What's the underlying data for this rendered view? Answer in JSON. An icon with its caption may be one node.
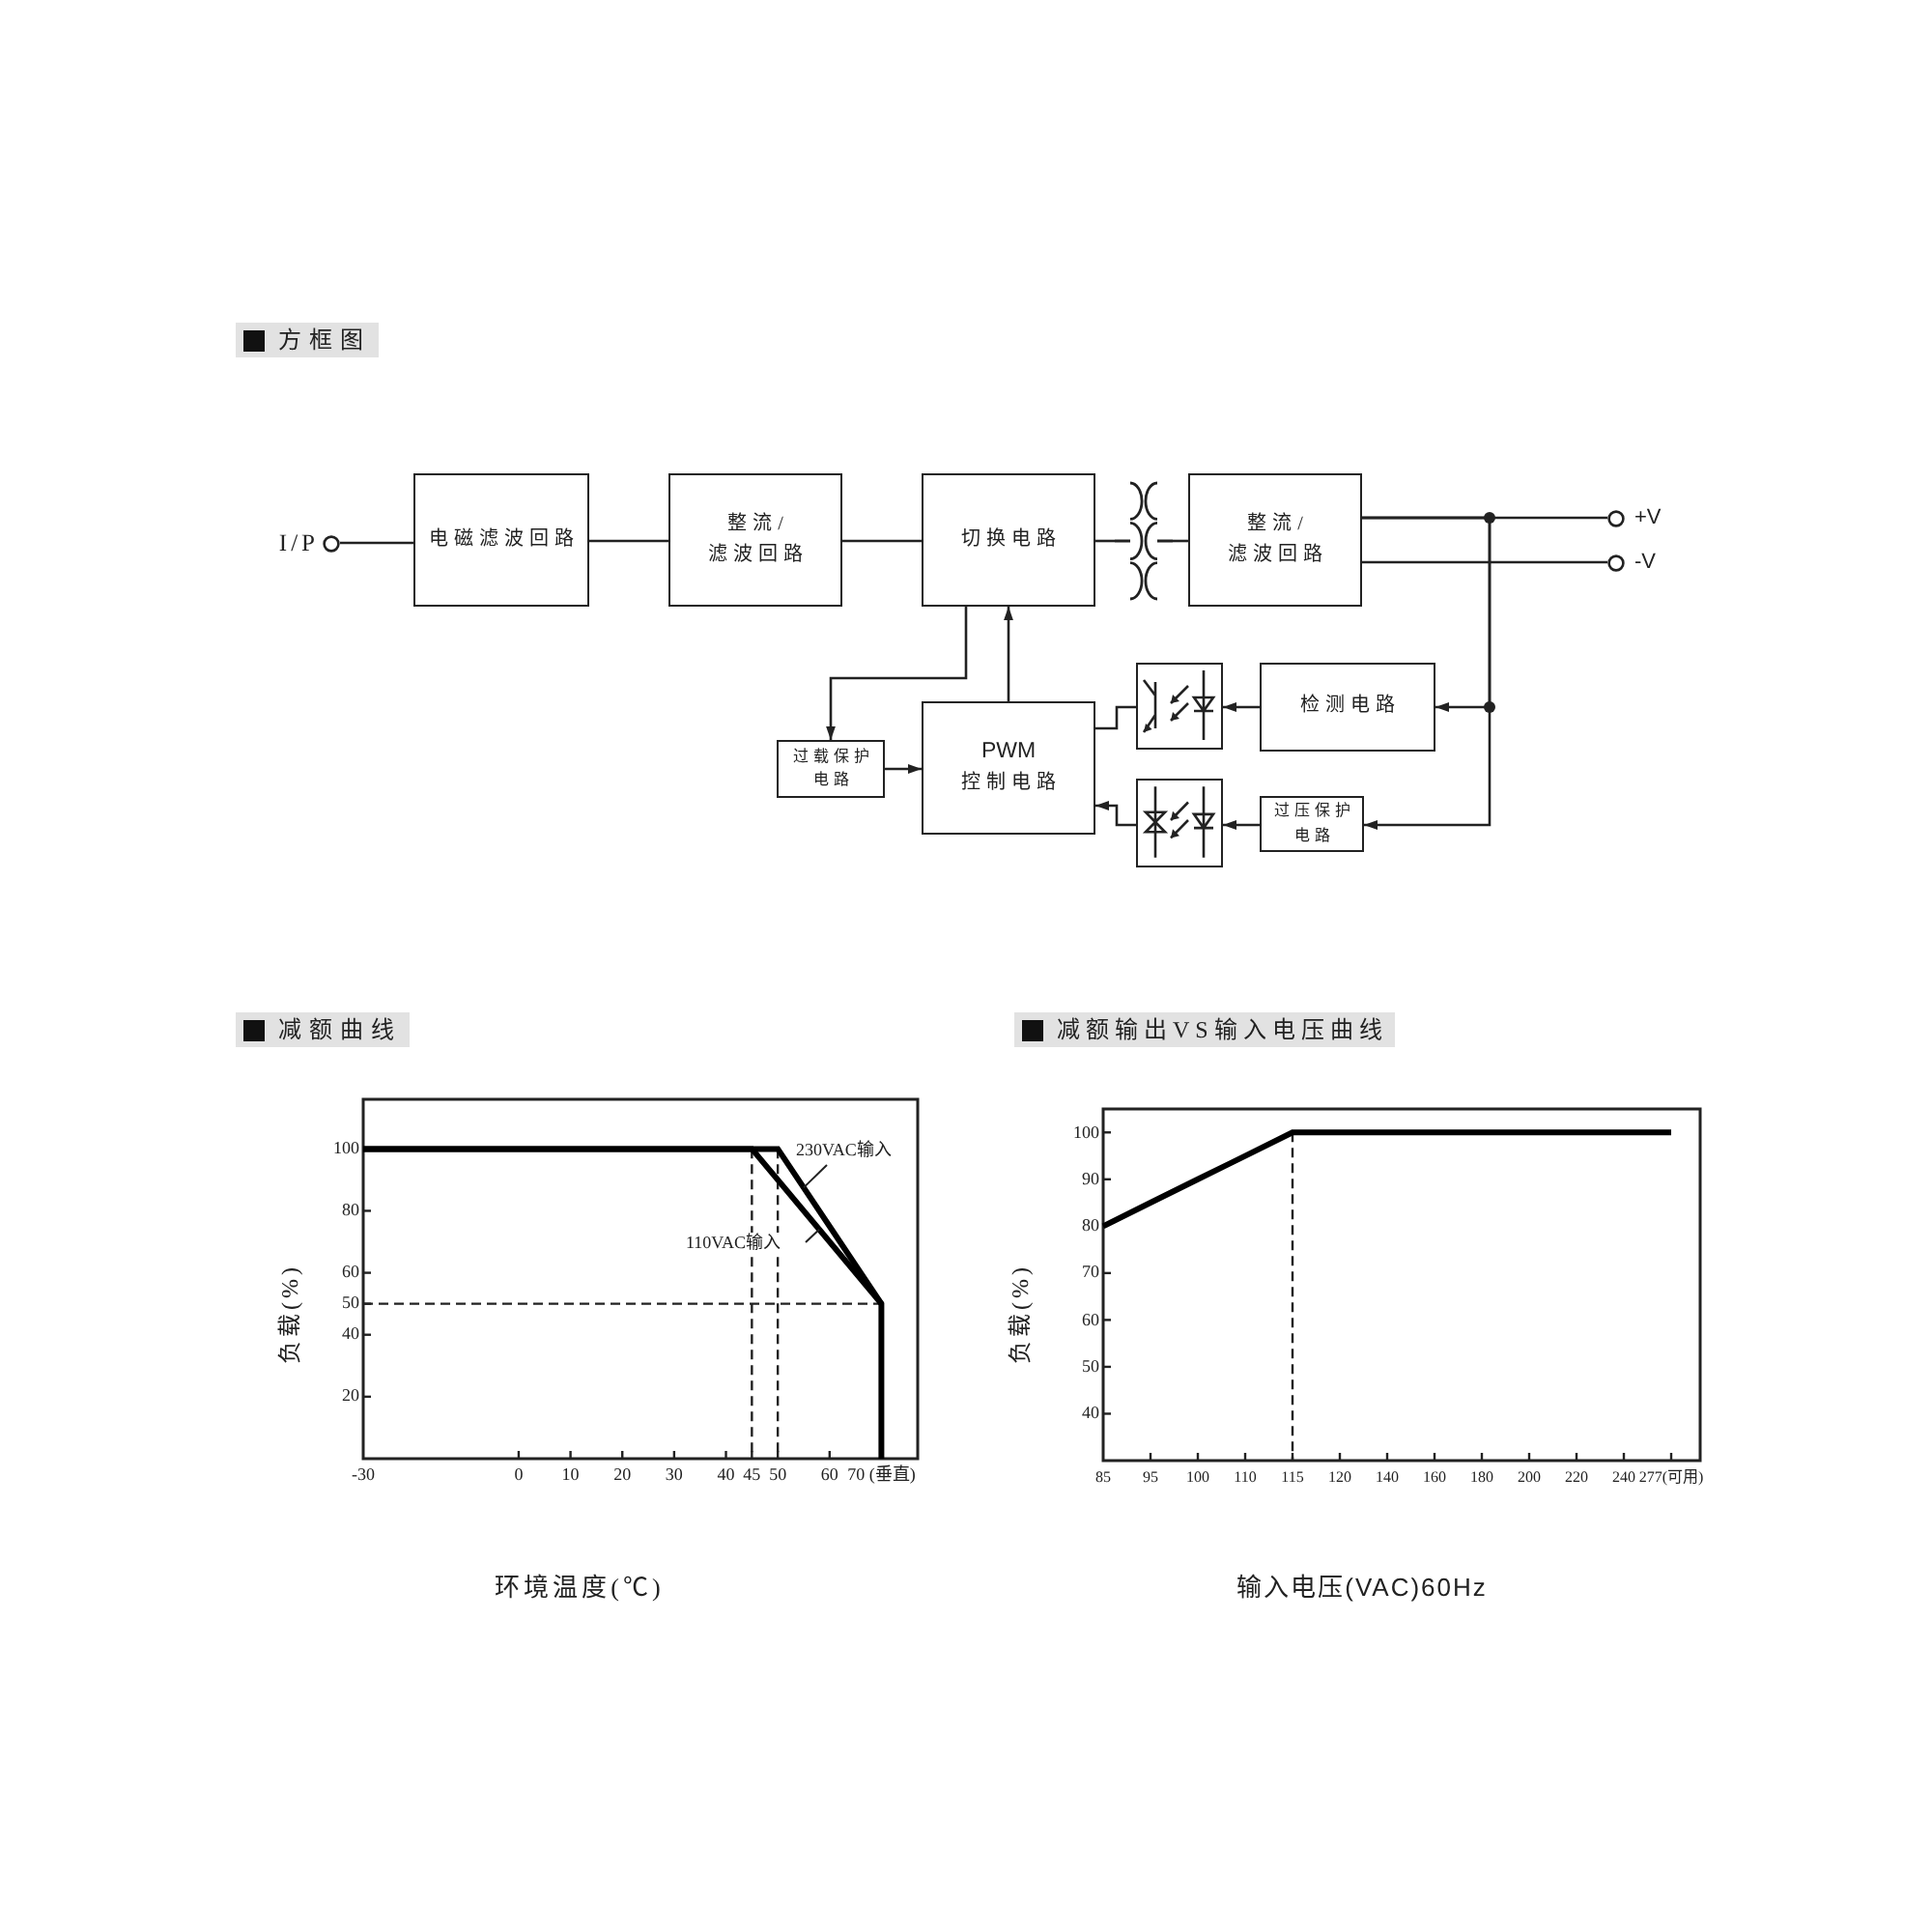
{
  "diagram": {
    "title": "方框图",
    "nodes": [
      {
        "text": [
          "I/P"
        ]
      },
      {
        "text": [
          "电磁滤波回路"
        ]
      },
      {
        "text": [
          "整流/滤波回路"
        ]
      },
      {
        "text": [
          "切换电路"
        ]
      },
      {
        "text": [],
        "shape": "picture"
      },
      {
        "text": [
          "整流/滤波回路"
        ]
      },
      {
        "text": [
          "+V"
        ]
      },
      {
        "text": [
          "-V"
        ]
      },
      {
        "text": [
          "PWM",
          "控制电路"
        ]
      },
      {
        "text": [
          "过载保护电路"
        ]
      },
      {
        "text": [],
        "shape": "picture"
      },
      {
        "text": [
          "检测电路"
        ]
      },
      {
        "text": [],
        "shape": "picture"
      },
      {
        "text": [
          "过压保护电路"
        ]
      }
    ],
    "edges": [
      {
        "from": 0,
        "to": 1,
        "arrow": "none"
      },
      {
        "from": 1,
        "to": 2,
        "arrow": "none"
      },
      {
        "from": 2,
        "to": 3,
        "arrow": "none"
      },
      {
        "from": 3,
        "to": 4,
        "arrow": "none"
      },
      {
        "from": 4,
        "to": 5,
        "arrow": "none"
      },
      {
        "from": 5,
        "to": 6,
        "arrow": "none"
      },
      {
        "from": 5,
        "to": 7,
        "arrow": "none"
      },
      {
        "from": 5,
        "to": 11,
        "arrow": "to"
      },
      {
        "from": 5,
        "to": 13,
        "arrow": "to"
      },
      {
        "from": 11,
        "to": 10,
        "arrow": "to"
      },
      {
        "from": 10,
        "to": 8,
        "arrow": "none"
      },
      {
        "from": 13,
        "to": 12,
        "arrow": "to"
      },
      {
        "from": 12,
        "to": 8,
        "arrow": "to"
      },
      {
        "from": 8,
        "to": 3,
        "arrow": "to"
      },
      {
        "from": 3,
        "to": 9,
        "arrow": "to"
      },
      {
        "from": 9,
        "to": 8,
        "arrow": "to"
      }
    ],
    "chart_data": [
      {
        "type": "line",
        "title": "减额曲线",
        "xlabel": "环境温度(℃)",
        "ylabel": "负载(%)",
        "x": [
          -30,
          45,
          50,
          70,
          70
        ],
        "series": [
          {
            "name": "230VAC输入",
            "color": "#000000",
            "values": [
              100,
              100,
              100,
              50,
              0
            ]
          },
          {
            "name": "110VAC输入",
            "color": "#000000",
            "values": [
              100,
              100,
              90,
              50,
              null
            ]
          }
        ],
        "xlim": [
          -30,
          77
        ],
        "ylim": [
          0,
          116
        ],
        "xticks": [
          -30,
          0,
          10,
          20,
          30,
          40,
          45,
          50,
          60,
          {
            "value": 70,
            "label": "70 (垂直)"
          }
        ],
        "yticks": [
          20,
          40,
          50,
          60,
          80,
          100
        ],
        "ref_lines": [
          {
            "axis": "x",
            "value": 45
          },
          {
            "axis": "x",
            "value": 50
          },
          {
            "axis": "y",
            "value": 50
          }
        ]
      },
      {
        "type": "line",
        "title": "减额输出VS输入电压曲线",
        "xlabel": "输入电压(VAC)60Hz",
        "ylabel": "负载(%)",
        "categories": [
          "85",
          "95",
          "100",
          "110",
          "115",
          "120",
          "140",
          "160",
          "180",
          "200",
          "220",
          "240",
          "277(可用)"
        ],
        "series": [
          {
            "color": "#000000",
            "values": [
              80,
              85,
              90,
              95,
              100,
              100,
              100,
              100,
              100,
              100,
              100,
              100,
              100
            ]
          }
        ],
        "ylim": [
          30,
          105
        ],
        "yticks": [
          40,
          50,
          60,
          70,
          80,
          90,
          100
        ],
        "ref_lines": [
          {
            "axis": "x",
            "value": "115"
          }
        ]
      }
    ]
  }
}
